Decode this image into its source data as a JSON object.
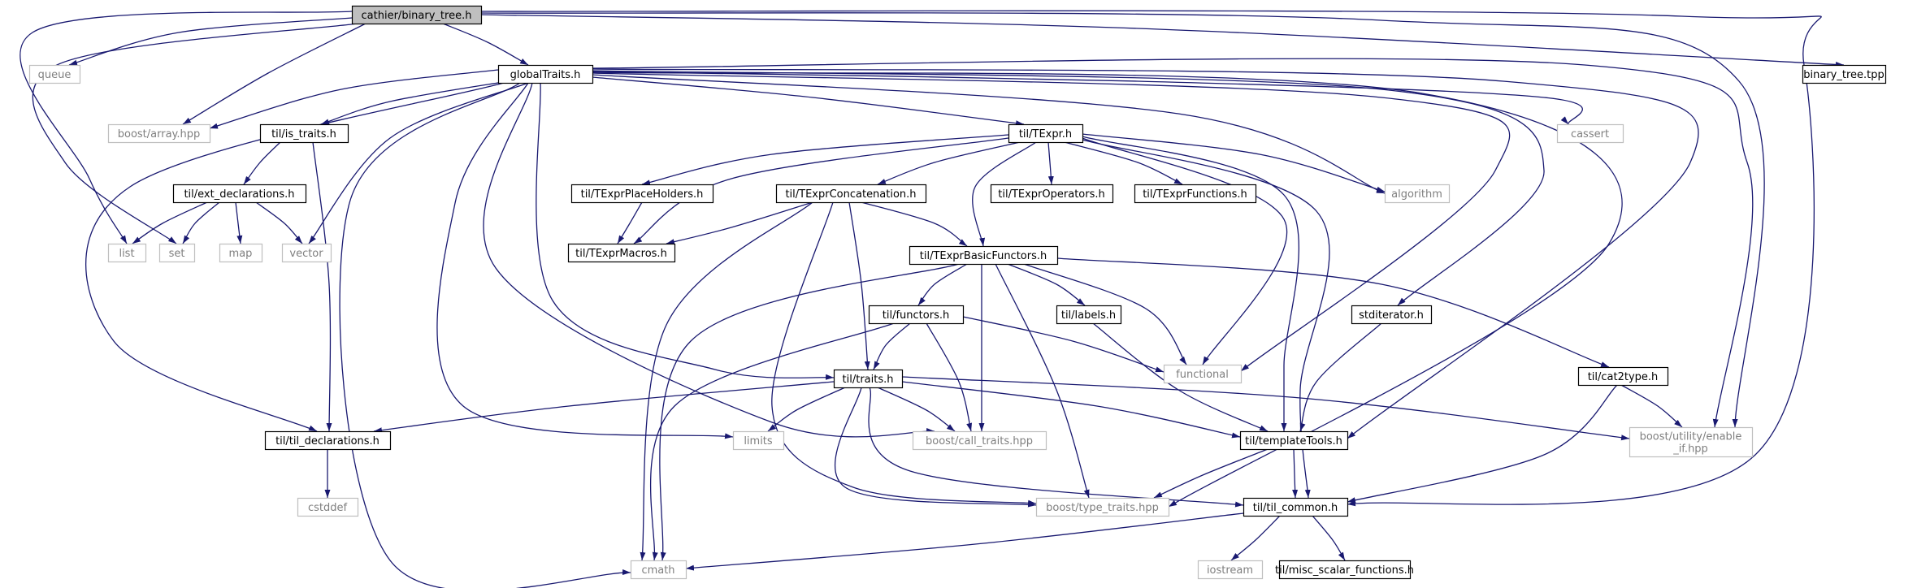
{
  "diagram": {
    "type": "doxygen include dependency graph",
    "colors": {
      "edge": "#191970",
      "node_border": "#000000",
      "external_border": "#bfbfbf",
      "external_text": "#7f7f7f",
      "root_fill": "#bfbfbf",
      "node_fill": "#ffffff",
      "text": "#000000"
    },
    "nodes": [
      {
        "id": "root",
        "label": "cathier/binary_tree.h",
        "kind": "root"
      },
      {
        "id": "queue",
        "label": "queue",
        "kind": "external"
      },
      {
        "id": "global",
        "label": "globalTraits.h",
        "kind": "local"
      },
      {
        "id": "bintpp",
        "label": "binary_tree.tpp",
        "kind": "local"
      },
      {
        "id": "barray",
        "label": "boost/array.hpp",
        "kind": "external"
      },
      {
        "id": "isTraits",
        "label": "til/is_traits.h",
        "kind": "local"
      },
      {
        "id": "texpr",
        "label": "til/TExpr.h",
        "kind": "local"
      },
      {
        "id": "cassert",
        "label": "cassert",
        "kind": "external"
      },
      {
        "id": "extDecl",
        "label": "til/ext_declarations.h",
        "kind": "local"
      },
      {
        "id": "phold",
        "label": "til/TExprPlaceHolders.h",
        "kind": "local"
      },
      {
        "id": "concat",
        "label": "til/TExprConcatenation.h",
        "kind": "local"
      },
      {
        "id": "oper",
        "label": "til/TExprOperators.h",
        "kind": "local"
      },
      {
        "id": "func",
        "label": "til/TExprFunctions.h",
        "kind": "local"
      },
      {
        "id": "algorithm",
        "label": "algorithm",
        "kind": "external"
      },
      {
        "id": "list",
        "label": "list",
        "kind": "external"
      },
      {
        "id": "set",
        "label": "set",
        "kind": "external"
      },
      {
        "id": "map",
        "label": "map",
        "kind": "external"
      },
      {
        "id": "vector",
        "label": "vector",
        "kind": "external"
      },
      {
        "id": "macros",
        "label": "til/TExprMacros.h",
        "kind": "local"
      },
      {
        "id": "basic",
        "label": "til/TExprBasicFunctors.h",
        "kind": "local"
      },
      {
        "id": "functors",
        "label": "til/functors.h",
        "kind": "local"
      },
      {
        "id": "labels",
        "label": "til/labels.h",
        "kind": "local"
      },
      {
        "id": "stditer",
        "label": "stditerator.h",
        "kind": "local"
      },
      {
        "id": "functional",
        "label": "functional",
        "kind": "external"
      },
      {
        "id": "cat2type",
        "label": "til/cat2type.h",
        "kind": "local"
      },
      {
        "id": "traits",
        "label": "til/traits.h",
        "kind": "local"
      },
      {
        "id": "tilDecl",
        "label": "til/til_declarations.h",
        "kind": "local"
      },
      {
        "id": "limits",
        "label": "limits",
        "kind": "external"
      },
      {
        "id": "callTraits",
        "label": "boost/call_traits.hpp",
        "kind": "external"
      },
      {
        "id": "tmpl",
        "label": "til/templateTools.h",
        "kind": "local"
      },
      {
        "id": "enableIf",
        "label": "boost/utility/enable\n_if.hpp",
        "kind": "external"
      },
      {
        "id": "cstddef",
        "label": "cstddef",
        "kind": "external"
      },
      {
        "id": "typeTraits",
        "label": "boost/type_traits.hpp",
        "kind": "external"
      },
      {
        "id": "tilCommon",
        "label": "til/til_common.h",
        "kind": "local"
      },
      {
        "id": "cmath",
        "label": "cmath",
        "kind": "external"
      },
      {
        "id": "iostream",
        "label": "iostream",
        "kind": "external"
      },
      {
        "id": "misc",
        "label": "til/misc_scalar_functions.h",
        "kind": "local"
      }
    ],
    "edges": [
      [
        "root",
        "queue"
      ],
      [
        "root",
        "global"
      ],
      [
        "root",
        "bintpp"
      ],
      [
        "root",
        "barray"
      ],
      [
        "root",
        "list"
      ],
      [
        "root",
        "set"
      ],
      [
        "root",
        "enableIf"
      ],
      [
        "root",
        "tilCommon"
      ],
      [
        "global",
        "barray"
      ],
      [
        "global",
        "isTraits"
      ],
      [
        "global",
        "texpr"
      ],
      [
        "global",
        "cassert"
      ],
      [
        "global",
        "vector"
      ],
      [
        "global",
        "tilDecl"
      ],
      [
        "global",
        "cmath"
      ],
      [
        "global",
        "limits"
      ],
      [
        "global",
        "traits"
      ],
      [
        "global",
        "callTraits"
      ],
      [
        "global",
        "algorithm"
      ],
      [
        "global",
        "functional"
      ],
      [
        "global",
        "stditer"
      ],
      [
        "global",
        "tmpl"
      ],
      [
        "global",
        "typeTraits"
      ],
      [
        "global",
        "enableIf"
      ],
      [
        "isTraits",
        "extDecl"
      ],
      [
        "isTraits",
        "tilDecl"
      ],
      [
        "extDecl",
        "list"
      ],
      [
        "extDecl",
        "set"
      ],
      [
        "extDecl",
        "map"
      ],
      [
        "extDecl",
        "vector"
      ],
      [
        "texpr",
        "phold"
      ],
      [
        "texpr",
        "concat"
      ],
      [
        "texpr",
        "oper"
      ],
      [
        "texpr",
        "func"
      ],
      [
        "texpr",
        "algorithm"
      ],
      [
        "texpr",
        "macros"
      ],
      [
        "texpr",
        "basic"
      ],
      [
        "texpr",
        "functional"
      ],
      [
        "texpr",
        "tmpl"
      ],
      [
        "texpr",
        "tilCommon"
      ],
      [
        "phold",
        "macros"
      ],
      [
        "concat",
        "macros"
      ],
      [
        "concat",
        "basic"
      ],
      [
        "concat",
        "traits"
      ],
      [
        "concat",
        "cmath"
      ],
      [
        "concat",
        "typeTraits"
      ],
      [
        "basic",
        "functors"
      ],
      [
        "basic",
        "labels"
      ],
      [
        "basic",
        "functional"
      ],
      [
        "basic",
        "cat2type"
      ],
      [
        "basic",
        "cmath"
      ],
      [
        "basic",
        "callTraits"
      ],
      [
        "basic",
        "typeTraits"
      ],
      [
        "functors",
        "traits"
      ],
      [
        "functors",
        "functional"
      ],
      [
        "functors",
        "cmath"
      ],
      [
        "functors",
        "callTraits"
      ],
      [
        "labels",
        "tmpl"
      ],
      [
        "stditer",
        "tmpl"
      ],
      [
        "cat2type",
        "enableIf"
      ],
      [
        "cat2type",
        "tilCommon"
      ],
      [
        "traits",
        "tilDecl"
      ],
      [
        "traits",
        "limits"
      ],
      [
        "traits",
        "callTraits"
      ],
      [
        "traits",
        "tmpl"
      ],
      [
        "traits",
        "enableIf"
      ],
      [
        "traits",
        "typeTraits"
      ],
      [
        "traits",
        "tilCommon"
      ],
      [
        "tilDecl",
        "cstddef"
      ],
      [
        "tmpl",
        "typeTraits"
      ],
      [
        "tmpl",
        "tilCommon"
      ],
      [
        "tilCommon",
        "cmath"
      ],
      [
        "tilCommon",
        "iostream"
      ],
      [
        "tilCommon",
        "misc"
      ]
    ]
  }
}
